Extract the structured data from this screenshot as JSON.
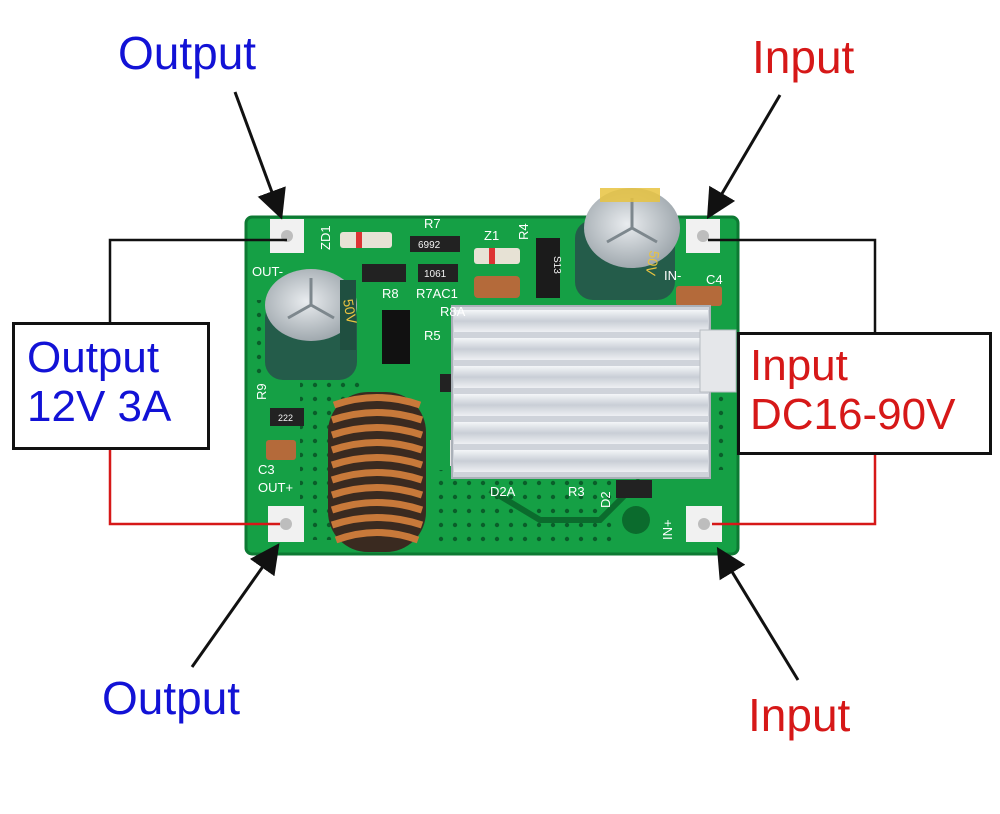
{
  "colors": {
    "output_label": "#1212d6",
    "input_label": "#d61818",
    "pcb_green": "#15a045",
    "heatsink": "#d9dde3",
    "inductor_copper": "#c8793a",
    "capacitor": "#245c4a",
    "wire_black": "#111111",
    "wire_red": "#d61818"
  },
  "labels": {
    "output_top": "Output",
    "output_bottom": "Output",
    "input_top": "Input",
    "input_bottom": "Input"
  },
  "output_box": {
    "line1": "Output",
    "line2": "12V 3A"
  },
  "input_box": {
    "line1": "Input",
    "line2": "DC16-90V"
  },
  "board": {
    "silk": {
      "out_minus": "OUT-",
      "out_plus": "OUT+",
      "in_minus": "IN-",
      "in_plus": "IN+",
      "zd1": "ZD1",
      "r7": "R7",
      "z1": "Z1",
      "r4": "R4",
      "r8": "R8",
      "r7ac1": "R7AC1",
      "r8a": "R8A",
      "r5": "R5",
      "r9": "R9",
      "c3": "C3",
      "c4": "C4",
      "d2a": "D2A",
      "r3": "R3",
      "d2": "D2"
    },
    "parts": {
      "cap_mark_left": "50V",
      "cap_mark_right": "50V",
      "resistor_a": "6992",
      "resistor_b": "1061",
      "diode_mark": "S13",
      "resistor_c": "222"
    }
  }
}
